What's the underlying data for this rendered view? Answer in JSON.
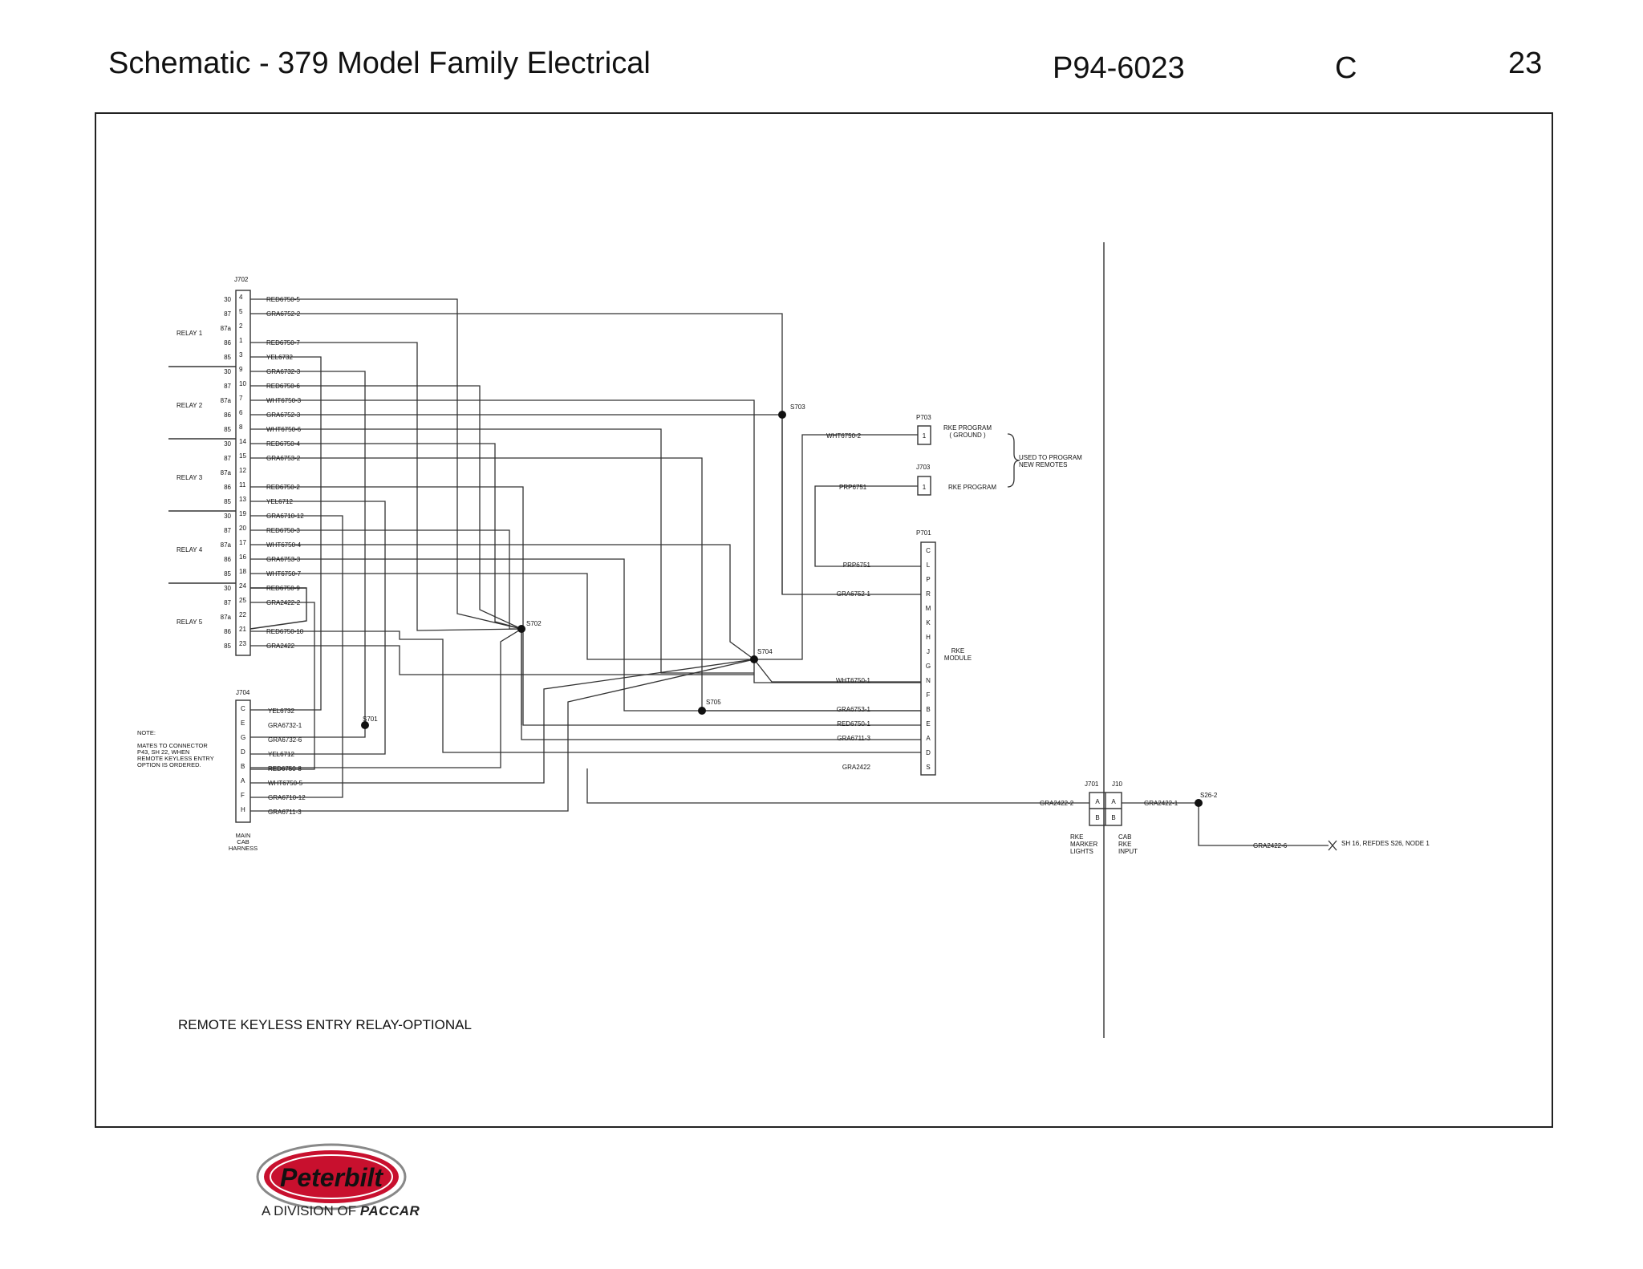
{
  "header": {
    "title": "Schematic - 379 Model Family Electrical",
    "doc_number": "P94-6023",
    "revision": "C",
    "page": "23"
  },
  "diagram_caption": "REMOTE  KEYLESS  ENTRY  RELAY-OPTIONAL",
  "connectors": {
    "j702": "J702",
    "j704": "J704",
    "p703": "P703",
    "j703": "J703",
    "p701": "P701",
    "j701": "J701",
    "j10": "J10"
  },
  "splices": {
    "s701": "S701",
    "s702": "S702",
    "s703": "S703",
    "s704": "S704",
    "s705": "S705",
    "s26": "S26-2"
  },
  "relays": [
    "RELAY  1",
    "RELAY  2",
    "RELAY  3",
    "RELAY  4",
    "RELAY  5"
  ],
  "j702_rows": [
    {
      "term": "30",
      "pin": "4",
      "wire": "RED6750-5"
    },
    {
      "term": "87",
      "pin": "5",
      "wire": "GRA6752-2"
    },
    {
      "term": "87a",
      "pin": "2",
      "wire": ""
    },
    {
      "term": "86",
      "pin": "1",
      "wire": "RED6750-7"
    },
    {
      "term": "85",
      "pin": "3",
      "wire": "YEL6732"
    },
    {
      "term": "30",
      "pin": "9",
      "wire": "GRA6732-3"
    },
    {
      "term": "87",
      "pin": "10",
      "wire": "RED6750-6"
    },
    {
      "term": "87a",
      "pin": "7",
      "wire": "WHT6750-3"
    },
    {
      "term": "86",
      "pin": "6",
      "wire": "GRA6752-3"
    },
    {
      "term": "85",
      "pin": "8",
      "wire": "WHT6750-6"
    },
    {
      "term": "30",
      "pin": "14",
      "wire": "RED6750-4"
    },
    {
      "term": "87",
      "pin": "15",
      "wire": "GRA6753-2"
    },
    {
      "term": "87a",
      "pin": "12",
      "wire": ""
    },
    {
      "term": "86",
      "pin": "11",
      "wire": "RED6750-2"
    },
    {
      "term": "85",
      "pin": "13",
      "wire": "YEL6712"
    },
    {
      "term": "30",
      "pin": "19",
      "wire": "GRA6710-12"
    },
    {
      "term": "87",
      "pin": "20",
      "wire": "RED6750-3"
    },
    {
      "term": "87a",
      "pin": "17",
      "wire": "WHT6750-4"
    },
    {
      "term": "86",
      "pin": "16",
      "wire": "GRA6753-3"
    },
    {
      "term": "85",
      "pin": "18",
      "wire": "WHT6750-7"
    },
    {
      "term": "30",
      "pin": "24",
      "wire": "RED6750-9"
    },
    {
      "term": "87",
      "pin": "25",
      "wire": "GRA2422-2"
    },
    {
      "term": "87a",
      "pin": "22",
      "wire": ""
    },
    {
      "term": "86",
      "pin": "21",
      "wire": "RED6750-10"
    },
    {
      "term": "85",
      "pin": "23",
      "wire": "GRA2422"
    }
  ],
  "j704_rows": [
    {
      "pin": "C",
      "wire": "YEL6732"
    },
    {
      "pin": "E",
      "wire": "GRA6732-1"
    },
    {
      "pin": "G",
      "wire": "GRA6732-6"
    },
    {
      "pin": "D",
      "wire": "YEL6712"
    },
    {
      "pin": "B",
      "wire": "RED6750-8"
    },
    {
      "pin": "A",
      "wire": "WHT6750-5"
    },
    {
      "pin": "F",
      "wire": "GRA6710-12"
    },
    {
      "pin": "H",
      "wire": "GRA6711-3"
    }
  ],
  "j704_label": [
    "MAIN",
    "CAB",
    "HARNESS"
  ],
  "note": [
    "NOTE:",
    "",
    "MATES  TO  CONNECTOR",
    "P43,  SH  22,  WHEN",
    "REMOTE  KEYLESS  ENTRY",
    "OPTION  IS  ORDERED."
  ],
  "p701_rows": [
    {
      "pin": "C",
      "wire": ""
    },
    {
      "pin": "L",
      "wire": "PRP6751"
    },
    {
      "pin": "P",
      "wire": ""
    },
    {
      "pin": "R",
      "wire": "GRA6752-1"
    },
    {
      "pin": "M",
      "wire": ""
    },
    {
      "pin": "K",
      "wire": ""
    },
    {
      "pin": "H",
      "wire": ""
    },
    {
      "pin": "J",
      "wire": ""
    },
    {
      "pin": "G",
      "wire": ""
    },
    {
      "pin": "N",
      "wire": "WHT6750-1"
    },
    {
      "pin": "F",
      "wire": ""
    },
    {
      "pin": "B",
      "wire": "GRA6753-1"
    },
    {
      "pin": "E",
      "wire": "RED6750-1"
    },
    {
      "pin": "A",
      "wire": "GRA6711-3"
    },
    {
      "pin": "D",
      "wire": ""
    },
    {
      "pin": "S",
      "wire": "GRA2422"
    }
  ],
  "p701_label": [
    "RKE",
    "MODULE"
  ],
  "p703": {
    "pin": "1",
    "wire": "WHT6750-2",
    "label": [
      "RKE  PROGRAM",
      "( GROUND )"
    ]
  },
  "j703": {
    "pin": "1",
    "wire": "PRP6751",
    "label": "RKE  PROGRAM"
  },
  "program_note": [
    "USED  TO  PROGRAM",
    "NEW  REMOTES"
  ],
  "j701_pins": [
    "A",
    "B"
  ],
  "j10_pins": [
    "A",
    "B"
  ],
  "j701_wire": "GRA2422-2",
  "j10_wire": "GRA2422-1",
  "s26_wire": "GRA2422-6",
  "j701_label": [
    "RKE",
    "MARKER",
    "LIGHTS"
  ],
  "j10_label": [
    "CAB",
    "RKE",
    "INPUT"
  ],
  "ref_note": "SH 16,  REFDES S26,  NODE 1",
  "brand": {
    "logo_text": "Peterbilt",
    "division_prefix": "A DIVISION OF ",
    "division_name": "PACCAR",
    "logo_color": "#c8102e"
  }
}
